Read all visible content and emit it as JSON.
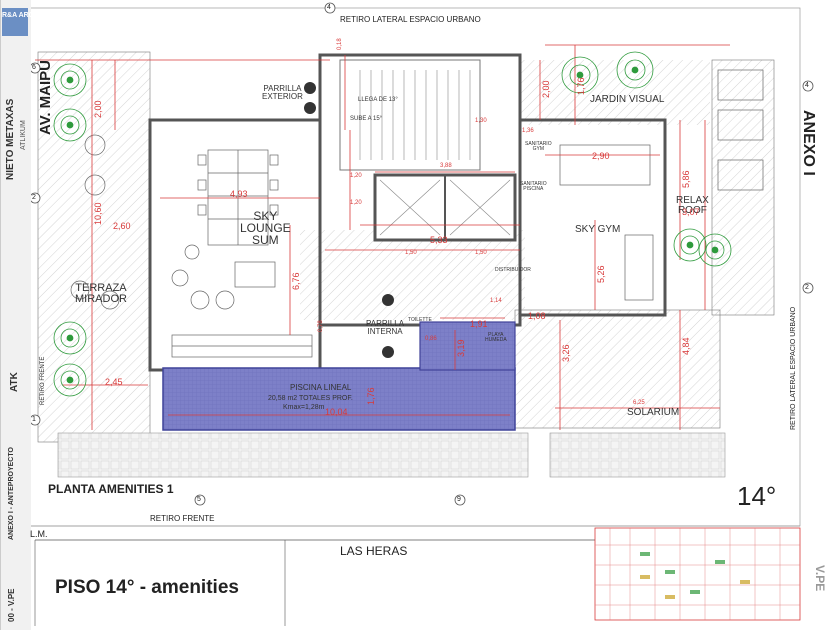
{
  "sheet": {
    "title": "PISO 14° - amenities",
    "plan_title": "PLANTA AMENITIES 1",
    "floor_number": "14°",
    "annex_label": "ANEXO I",
    "lm_label": "L.M.",
    "corner_label": "V.PE",
    "street_bottom": "LAS HERAS",
    "street_left": "AV. MAIPU",
    "setback_top": "RETIRO LATERAL ESPACIO URBANO",
    "setback_right": "RETIRO LATERAL ESPACIO URBANO",
    "setback_bottom": "RETIRO FRENTE",
    "setback_left": "RETIRO FRENTE",
    "firm_logo": "R&A ARQ",
    "firm_name": "NIETO METAXAS",
    "firm_sub": "ATLIKUM",
    "atk_label": "ATK",
    "project_label": "ANEXO I - ANTEPROYECTO",
    "sheet_code": "00 - V.PE"
  },
  "rooms": {
    "sky_lounge": "SKY\nLOUNGE\nSUM",
    "terraza": "TERRAZA\nMIRADOR",
    "piscina": "PISCINA LINEAL",
    "piscina_detail_1": "20,58 m2 TOTALES PROF.",
    "piscina_detail_2": "Kmax=1,28m",
    "parrilla_ext": "PARRILLA\nEXTERIOR",
    "parrilla_int": "PARRILLA\nINTERNA",
    "jardin": "JARDIN VISUAL",
    "relax": "RELAX\nROOF",
    "sky_gym": "SKY GYM",
    "solarium": "SOLARIUM",
    "sanitario_gym": "SANITARIO\nGYM",
    "sanitario_piscina": "SANITARIO\nPISCINA",
    "distribuidor": "DISTRIBUIDOR",
    "toilette": "TOILETTE",
    "playa_humeda": "PLAYA\nHUMEDA",
    "llega": "LLEGA DE 13°",
    "sube": "SUBE A 15°"
  },
  "dimensions": [
    "2,00",
    "10,60",
    "2,60",
    "2,45",
    "4,93",
    "6,76",
    "5,33",
    "1,50",
    "1,50",
    "3,88",
    "1,20",
    "1,20",
    "2,00",
    "2,90",
    "5,86",
    "3,07",
    "5,26",
    "3,26",
    "4,84",
    "6,25",
    "10,04",
    "1,76",
    "1,91",
    "1,08",
    "1,14",
    "3,19",
    "0,18",
    "0,86",
    "1,30",
    "1,36",
    "0,78",
    "1,76"
  ],
  "axis_markers": [
    "6",
    "4",
    "2",
    "1",
    "5",
    "9",
    "2",
    "4"
  ],
  "colors": {
    "wall": "#555555",
    "dim": "#d83a3a",
    "pool": "#7d80c8",
    "pool_line": "#3f4298",
    "tree": "#2e9a3c",
    "hatch": "#bdbdbd"
  }
}
